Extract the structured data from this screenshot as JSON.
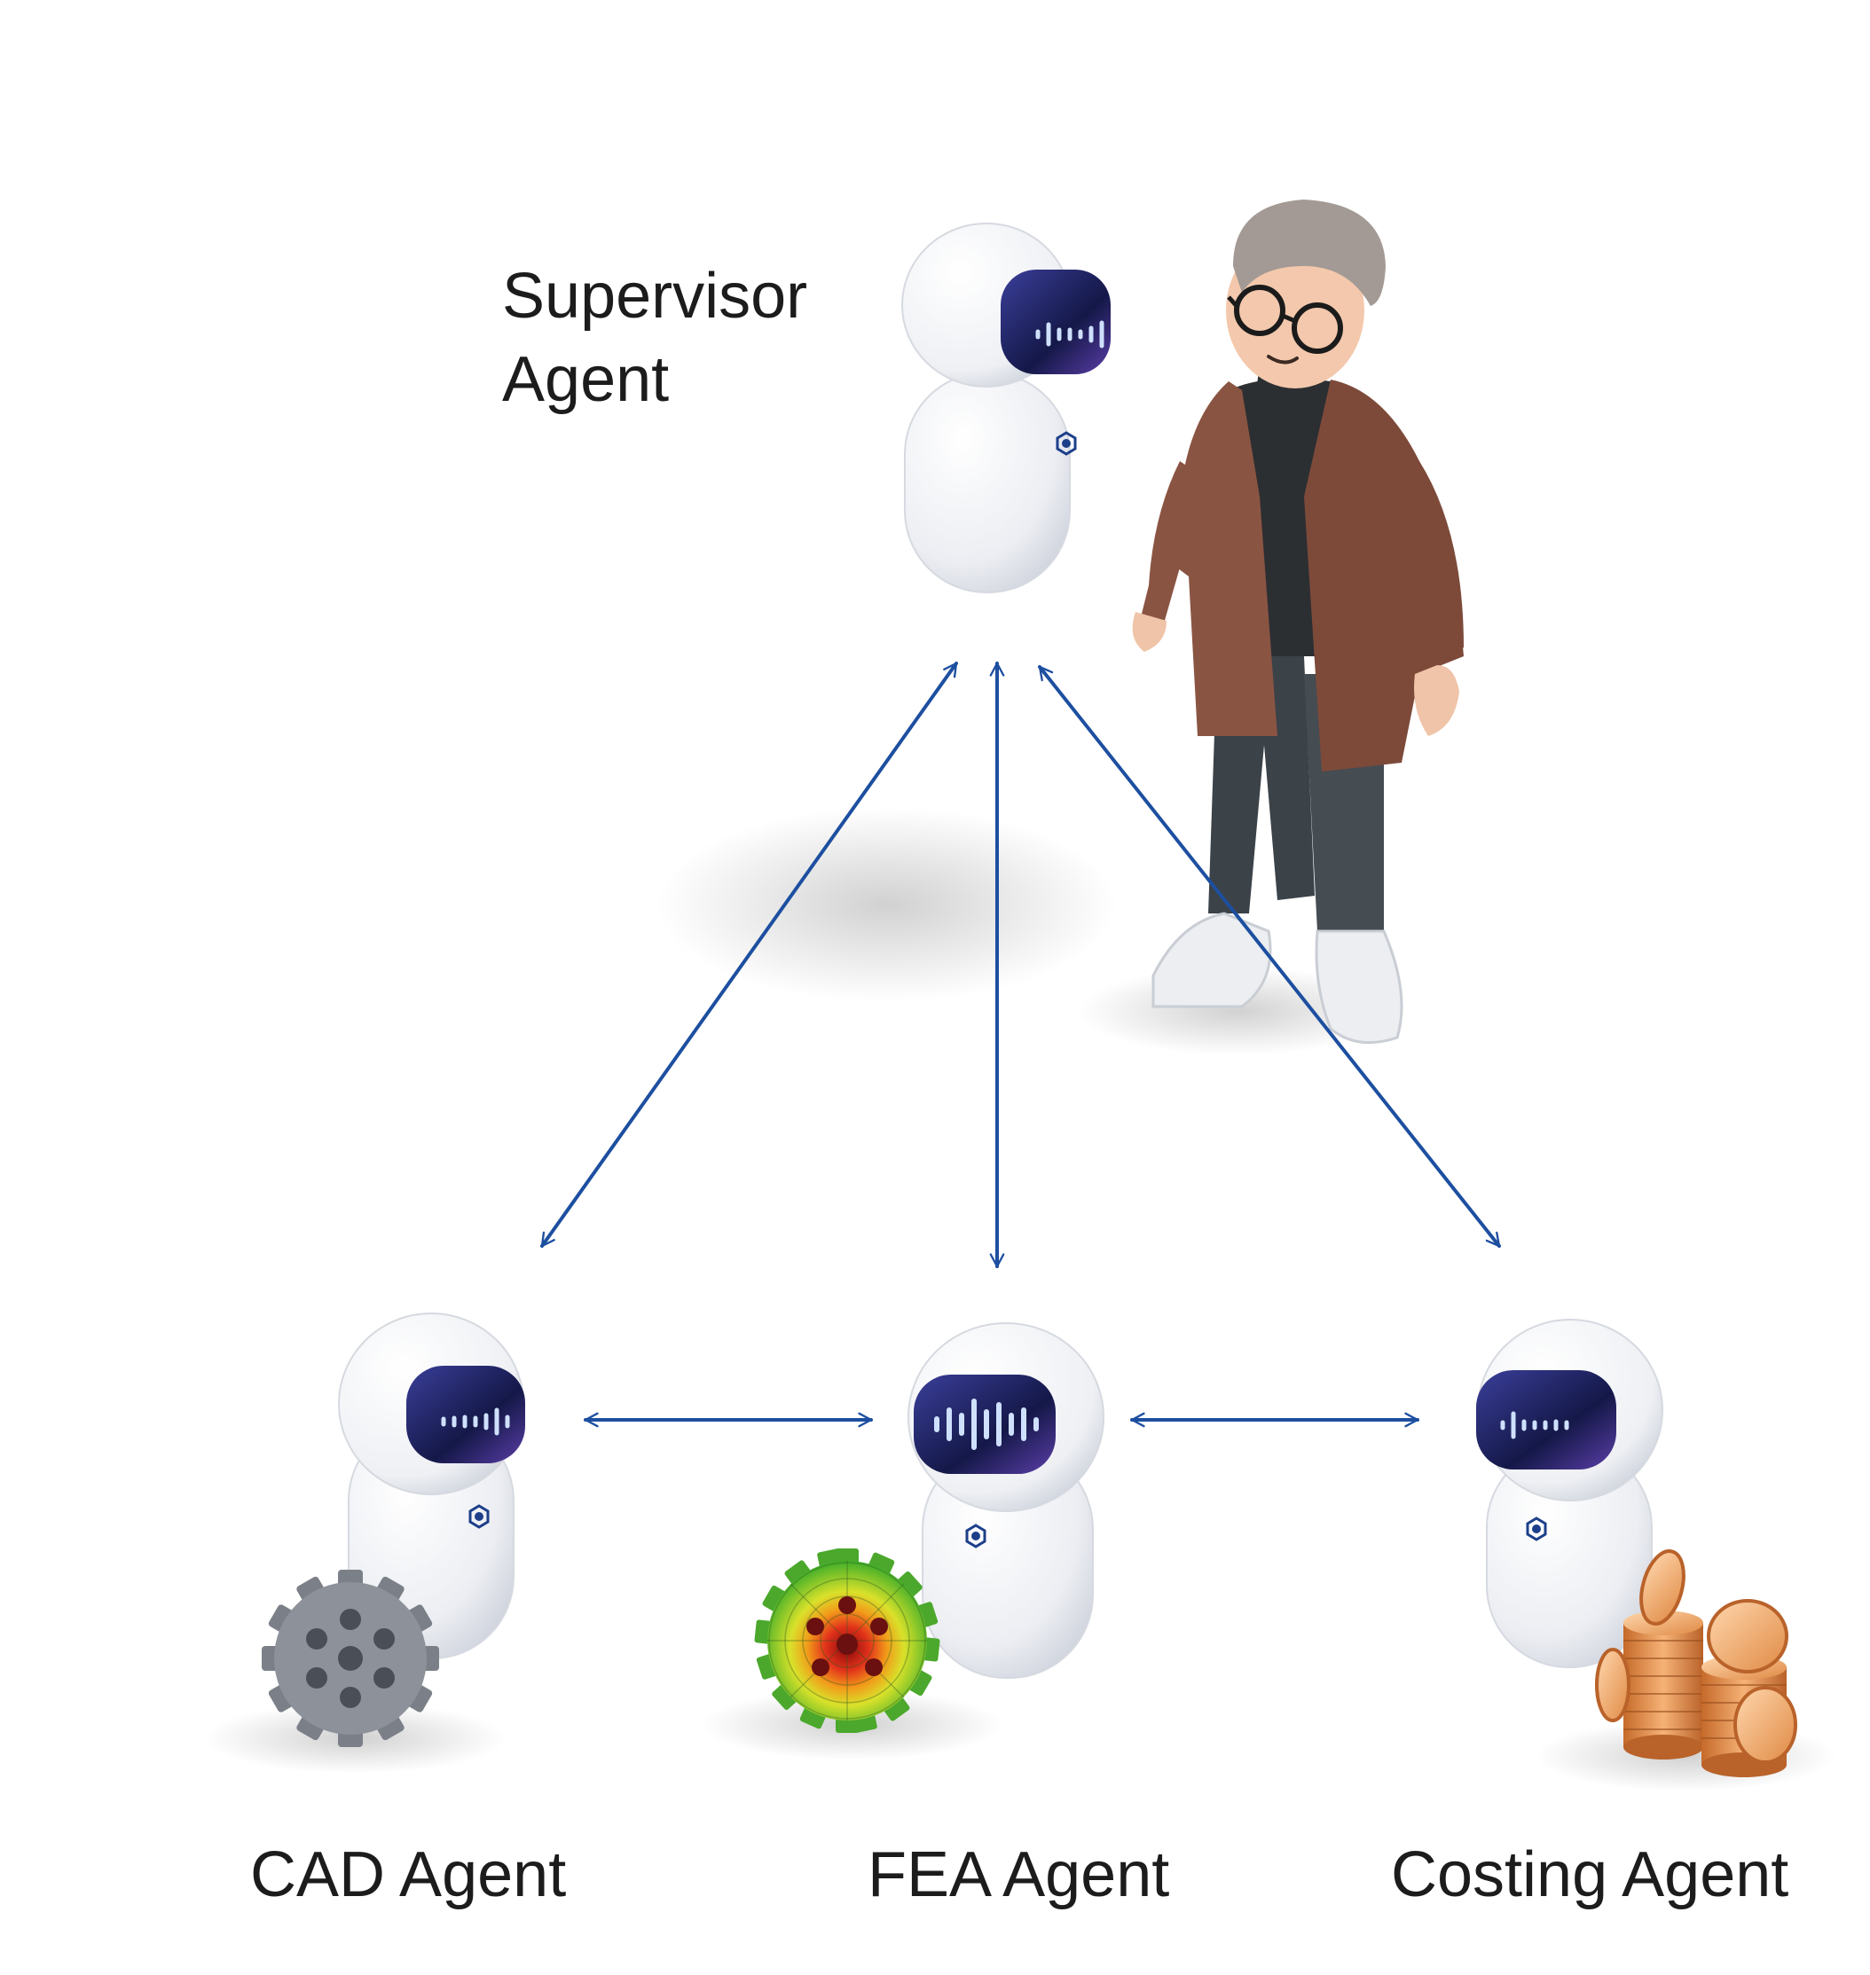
{
  "supervisor": {
    "label_line1": "Supervisor",
    "label_line2": "Agent",
    "icon": "robot-icon"
  },
  "agents": [
    {
      "id": "cad",
      "label": "CAD Agent",
      "icon": "gear-icon"
    },
    {
      "id": "fea",
      "label": "FEA Agent",
      "icon": "fea-mesh-gear-icon"
    },
    {
      "id": "costing",
      "label": "Costing Agent",
      "icon": "coins-icon"
    }
  ],
  "human": {
    "icon": "person-icon"
  },
  "colors": {
    "arrow": "#1d4fa0",
    "robot_body": "#f4f5f8",
    "robot_visor": "#1a1f5e",
    "visor_glow": "#8ab0ff",
    "text": "#1c1c1c"
  },
  "connections": [
    {
      "from": "supervisor",
      "to": "cad",
      "type": "bidirectional"
    },
    {
      "from": "supervisor",
      "to": "fea",
      "type": "bidirectional"
    },
    {
      "from": "supervisor",
      "to": "costing",
      "type": "bidirectional"
    },
    {
      "from": "cad",
      "to": "fea",
      "type": "bidirectional"
    },
    {
      "from": "fea",
      "to": "costing",
      "type": "bidirectional"
    }
  ]
}
